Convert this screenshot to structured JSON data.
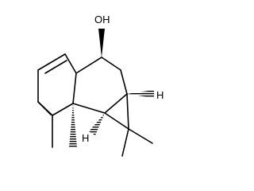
{
  "molecule": {
    "labels": {
      "hydroxyl": "OH",
      "h_right": "H",
      "h_lower": "H"
    },
    "colors": {
      "ink": "#000000",
      "background": "#ffffff"
    }
  }
}
